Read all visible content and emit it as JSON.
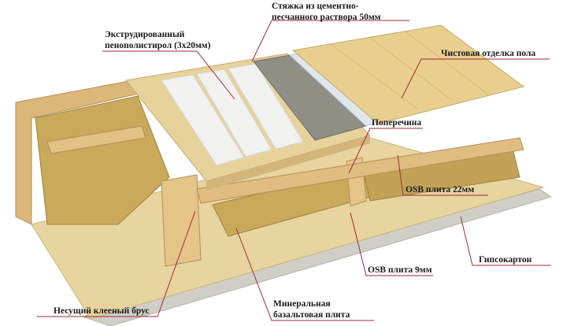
{
  "labels": {
    "screed": [
      "Стяжка из цементно-",
      "песчанного раствора 50мм"
    ],
    "eps": [
      "Экструдированный",
      "пенополистирол (3х20мм)"
    ],
    "finish": "Чистовая отделка пола",
    "crossbar": "Поперечина",
    "osb22": "OSB плита 22мм",
    "gypsum": "Гипсокартон",
    "osb9": "OSB плита 9мм",
    "beam": "Несущий клееный брус",
    "mineral": [
      "Минеральная",
      "базальтовая плита"
    ]
  },
  "colors": {
    "leader": "#9e2a3a",
    "osb": "#e6cf96",
    "wood": "#e9cf8f",
    "screed": "#8f8f86",
    "foam": "#eeeeec",
    "gypsum": "#c9c9c2",
    "wool": "#c9a95a"
  }
}
